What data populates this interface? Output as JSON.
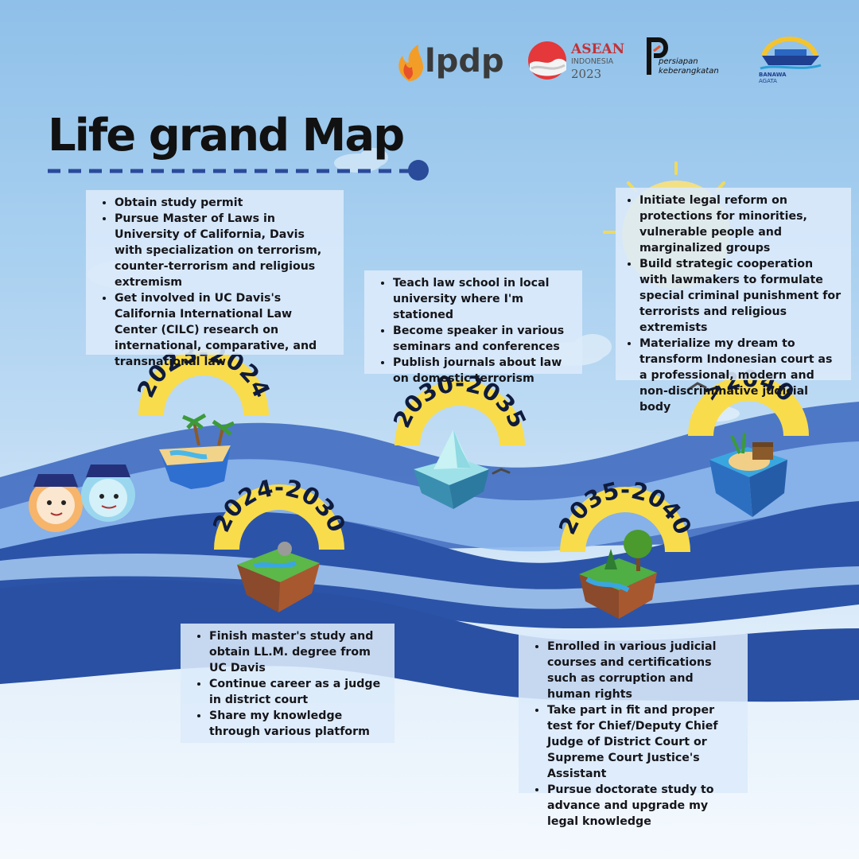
{
  "logos": {
    "lpdp": "lpdp",
    "asean_line1": "ASEAN",
    "asean_line2": "INDONESIA",
    "asean_line3": "2023",
    "persiapan_line1": "persiapan",
    "persiapan_line2": "keberangkatan",
    "banawa_line1": "BANAWA",
    "banawa_line2": "AGATA"
  },
  "title": "Life grand Map",
  "milestones": [
    {
      "period": "2023-2024",
      "items": [
        "Obtain study permit",
        "Pursue Master of Laws in University of California, Davis with specialization on terrorism, counter-terrorism and religious extremism",
        "Get involved in UC Davis's California International Law Center (CILC) research on international, comparative, and transnational law"
      ]
    },
    {
      "period": "2024-2030",
      "items": [
        "Finish master's study and obtain LL.M. degree from UC Davis",
        "Continue career as a judge in district court",
        "Share my knowledge through various platform"
      ]
    },
    {
      "period": "2030-2035",
      "items": [
        "Teach law school in local university where I'm stationed",
        "Become speaker in various seminars and conferences",
        "Publish journals about law on domestic terrorism"
      ]
    },
    {
      "period": "2035-2040",
      "items": [
        "Enrolled in various judicial courses and certifications such as corruption and human rights",
        "Take part in fit and proper test for Chief/Deputy Chief Judge of District Court or Supreme Court Justice's Assistant",
        "Pursue doctorate study to advance and upgrade my legal knowledge"
      ]
    },
    {
      "period": ">2040",
      "items": [
        "Initiate legal reform on protections for minorities, vulnerable people and marginalized groups",
        "Build strategic cooperation with lawmakers to formulate special criminal punishment for terrorists and religious extremists",
        "Materialize my dream to transform Indonesian court as a professional, modern and non-discriminative judicial body"
      ]
    }
  ],
  "colors": {
    "yellow": "#f9dc4c",
    "wave_dark": "#2b54a8",
    "wave_mid": "#5f8fd8",
    "title_underline": "#2a4a9a"
  }
}
